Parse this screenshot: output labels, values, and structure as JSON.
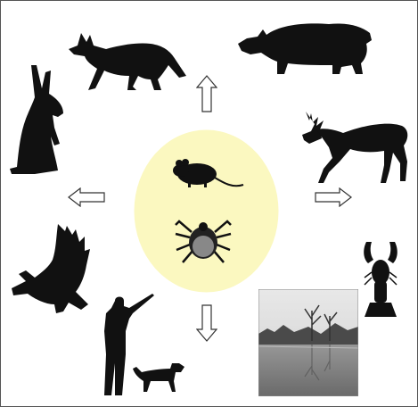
{
  "diagram": {
    "center": {
      "ellipse_color": "#fbf8c0",
      "items": [
        {
          "icon": "mouse-icon"
        },
        {
          "icon": "tick-icon"
        }
      ]
    },
    "arrows": [
      {
        "direction": "up"
      },
      {
        "direction": "right"
      },
      {
        "direction": "down"
      },
      {
        "direction": "left"
      }
    ],
    "silhouettes": [
      {
        "icon": "coyote-icon"
      },
      {
        "icon": "wild-boar-icon"
      },
      {
        "icon": "deer-icon"
      },
      {
        "icon": "crayfish-icon"
      },
      {
        "icon": "hunter-with-dog-icon"
      },
      {
        "icon": "eagle-icon"
      },
      {
        "icon": "rabbit-icon"
      }
    ],
    "photo": {
      "subject": "river-landscape-photo"
    },
    "colors": {
      "silhouette": "#111111",
      "arrow_stroke": "#333333",
      "arrow_fill": "#ffffff"
    }
  }
}
